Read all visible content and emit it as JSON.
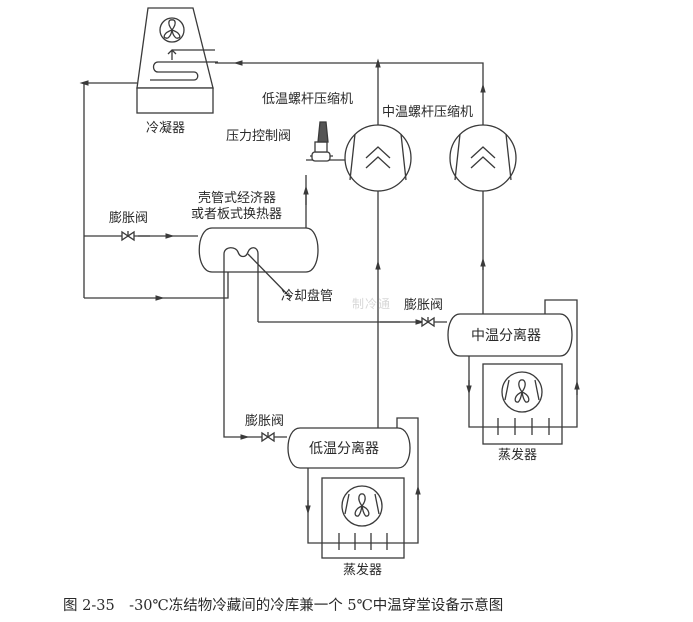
{
  "labels": {
    "condenser": "冷凝器",
    "pressure_control_valve": "压力控制阀",
    "low_temp_screw_compressor": "低温螺杆压缩机",
    "mid_temp_screw_compressor": "中温螺杆压缩机",
    "economizer_line1": "壳管式经济器",
    "economizer_line2": "或者板式换热器",
    "expansion_valve_1": "膨胀阀",
    "expansion_valve_2": "膨胀阀",
    "expansion_valve_3": "膨胀阀",
    "cooling_coil": "冷却盘管",
    "mid_temp_separator": "中温分离器",
    "low_temp_separator": "低温分离器",
    "evaporator_1": "蒸发器",
    "evaporator_2": "蒸发器"
  },
  "watermark": "制冷通",
  "caption": "图 2-35　-30℃冻结物冷藏间的冷库兼一个 5℃中温穿堂设备示意图",
  "colors": {
    "line": "#3a3a3a",
    "text": "#2a2a2a",
    "background": "#ffffff"
  }
}
